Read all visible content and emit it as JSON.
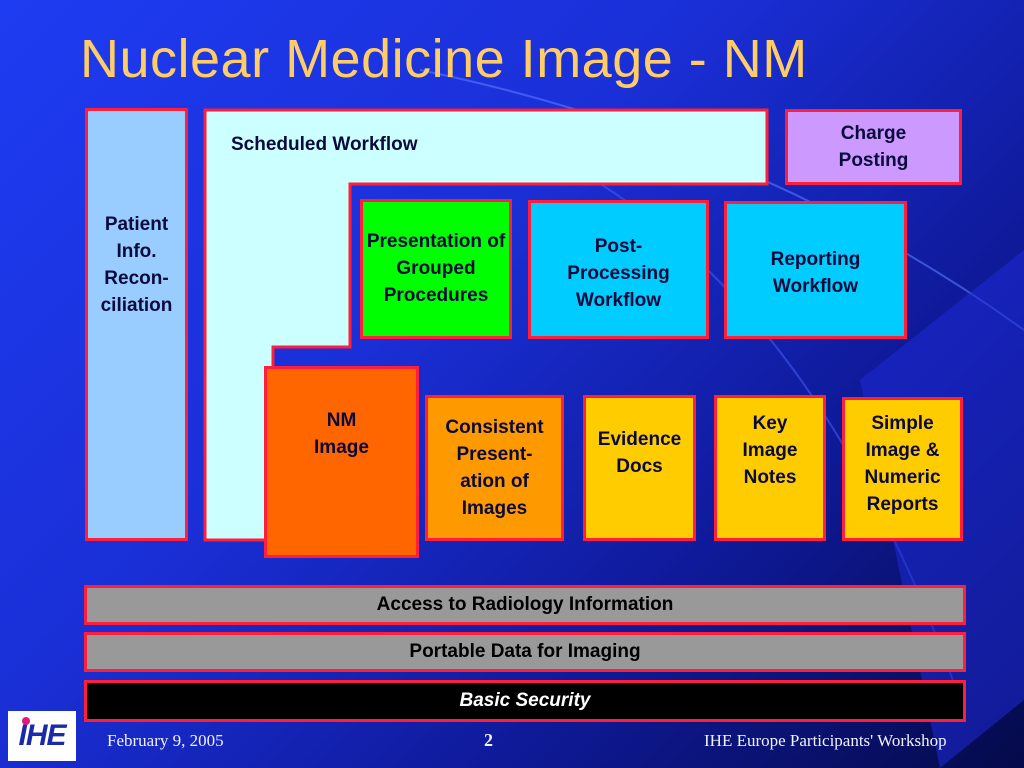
{
  "slide": {
    "title": "Nuclear Medicine Image - NM",
    "colors": {
      "title": "#ffcc66",
      "border": "#ff1e3c",
      "patient_box": "#99ccff",
      "workflow_bg": "#ccffff",
      "charge": "#cc99ff",
      "presentation": "#00ff00",
      "cyan_box": "#00ccff",
      "nm_image": "#ff6600",
      "consistent": "#ff9900",
      "yellow_box": "#ffcc00",
      "gray_bar": "#999999",
      "black_bar": "#000000"
    }
  },
  "diagram": {
    "patient": "Patient Info. Recon- ciliation",
    "scheduled_workflow": "Scheduled Workflow",
    "charge_posting": "Charge Posting",
    "presentation_grouped": "Presentation of Grouped Procedures",
    "post_processing": "Post- Processing Workflow",
    "reporting": "Reporting Workflow",
    "nm_image": "NM Image",
    "consistent": "Consistent Present- ation of Images",
    "evidence_docs": "Evidence Docs",
    "key_image_notes": "Key Image Notes",
    "simple_image_reports": "Simple Image & Numeric Reports",
    "access_radiology": "Access to Radiology Information",
    "portable_data": "Portable Data for Imaging",
    "basic_security": "Basic Security"
  },
  "footer": {
    "logo_text": "IHE",
    "date": "February 9, 2005",
    "page": "2",
    "event": "IHE Europe Participants' Workshop"
  }
}
